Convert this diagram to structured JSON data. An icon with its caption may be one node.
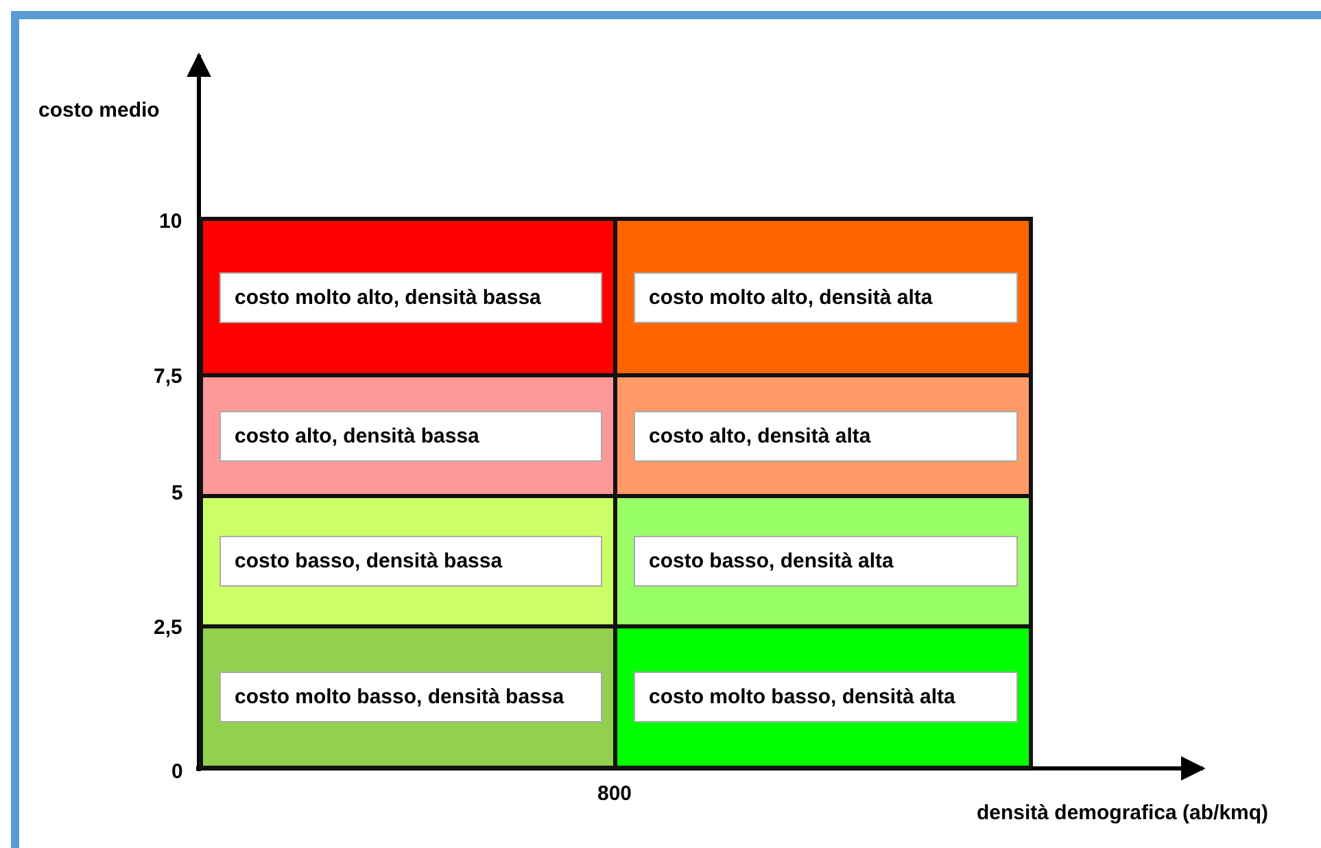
{
  "diagram": {
    "nodes": [
      {
        "text": [
          "costo molto alto, densità bassa"
        ]
      },
      {
        "text": [
          "costo molto alto, densità alta"
        ]
      },
      {
        "text": [
          "costo alto, densità bassa"
        ]
      },
      {
        "text": [
          "costo alto, densità alta"
        ]
      },
      {
        "text": [
          "costo basso, densità bassa"
        ]
      },
      {
        "text": [
          "costo basso, densità alta"
        ]
      },
      {
        "text": [
          "costo molto basso, densità bassa"
        ]
      },
      {
        "text": [
          "costo molto basso, densità alta"
        ]
      }
    ],
    "labels": [
      "costo medio",
      "10",
      "7,5",
      "5",
      "2,5",
      "0",
      "800",
      "densità demografica (ab/kmq)"
    ]
  }
}
